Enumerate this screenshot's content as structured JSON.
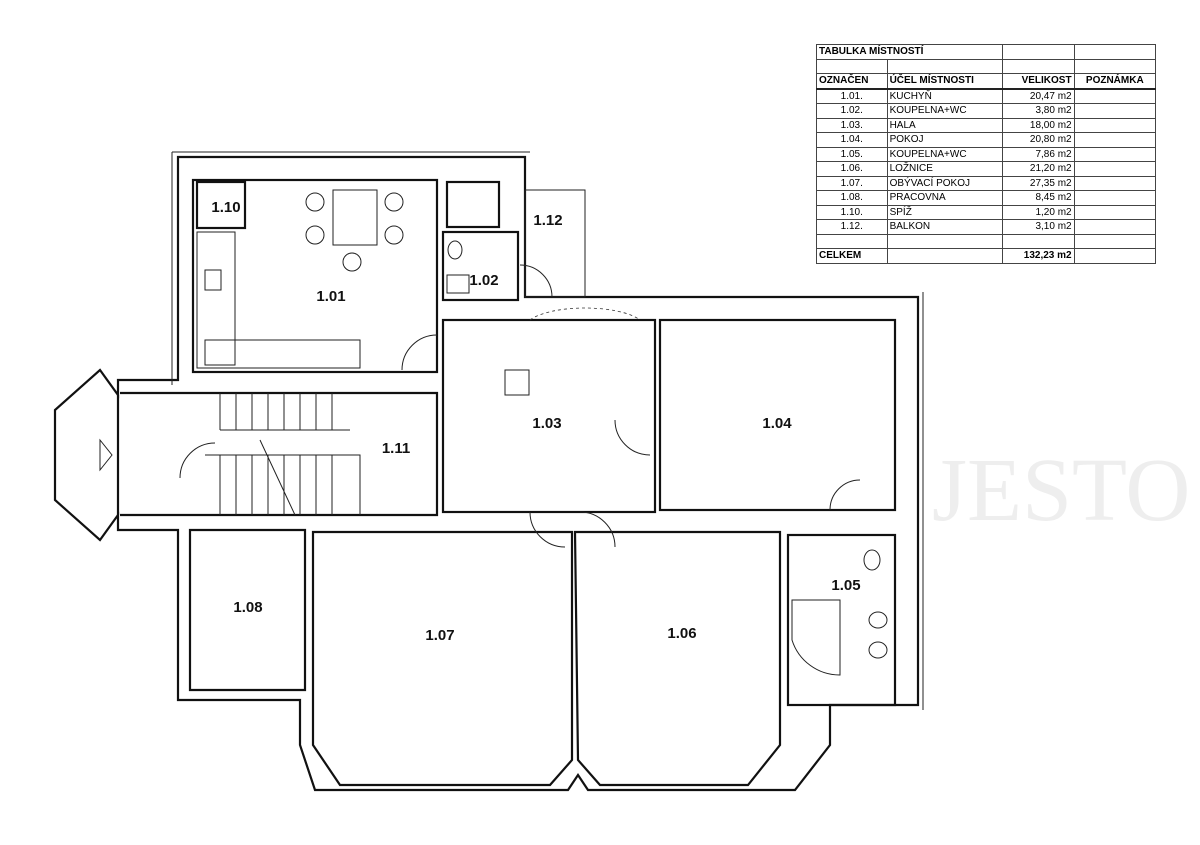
{
  "table": {
    "title": "TABULKA MÍSTNOSTÍ",
    "headers": {
      "id": "OZNAČEN",
      "purpose": "ÚČEL MÍSTNOSTI",
      "size": "VELIKOST",
      "note": "POZNÁMKA"
    },
    "rows": [
      {
        "id": "1.01.",
        "purpose": "KUCHYŇ",
        "size": "20,47 m2"
      },
      {
        "id": "1.02.",
        "purpose": "KOUPELNA+WC",
        "size": "3,80 m2"
      },
      {
        "id": "1.03.",
        "purpose": "HALA",
        "size": "18,00 m2"
      },
      {
        "id": "1.04.",
        "purpose": "POKOJ",
        "size": "20,80 m2"
      },
      {
        "id": "1.05.",
        "purpose": "KOUPELNA+WC",
        "size": "7,86 m2"
      },
      {
        "id": "1.06.",
        "purpose": "LOŽNICE",
        "size": "21,20 m2"
      },
      {
        "id": "1.07.",
        "purpose": "OBÝVACÍ POKOJ",
        "size": "27,35 m2"
      },
      {
        "id": "1.08.",
        "purpose": "PRACOVNA",
        "size": "8,45 m2"
      },
      {
        "id": "1.10.",
        "purpose": "SPÍŽ",
        "size": "1,20 m2"
      },
      {
        "id": "1.12.",
        "purpose": "BALKON",
        "size": "3,10 m2"
      }
    ],
    "total_label": "CELKEM",
    "total_value": "132,23 m2"
  },
  "rooms": {
    "r101": "1.01",
    "r102": "1.02",
    "r103": "1.03",
    "r104": "1.04",
    "r105": "1.05",
    "r106": "1.06",
    "r107": "1.07",
    "r108": "1.08",
    "r110": "1.10",
    "r111": "1.11",
    "r112": "1.12"
  },
  "watermark": "JESTO"
}
